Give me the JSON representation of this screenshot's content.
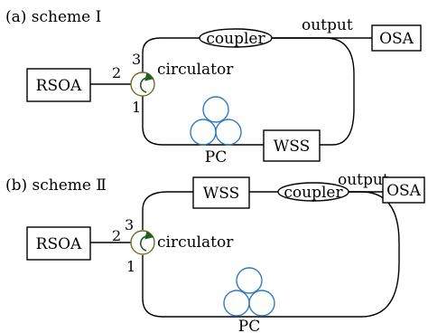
{
  "panels": {
    "a": {
      "title": "(a) scheme Ⅰ",
      "rsoa": "RSOA",
      "coupler": "coupler",
      "output": "output",
      "osa": "OSA",
      "circulator": "circulator",
      "port2": "2",
      "port3": "3",
      "port1": "1",
      "pc": "PC",
      "wss": "WSS"
    },
    "b": {
      "title": "(b) scheme Ⅱ",
      "rsoa": "RSOA",
      "coupler": "coupler",
      "output": "output",
      "osa": "OSA",
      "circulator": "circulator",
      "port2": "2",
      "port3": "3",
      "port1": "1",
      "pc": "PC",
      "wss": "WSS"
    }
  },
  "colors": {
    "pc_coil": "#2f7bc4",
    "circulator_ring": "#6b6b2a",
    "circulator_arrow": "#1f5f1f"
  }
}
